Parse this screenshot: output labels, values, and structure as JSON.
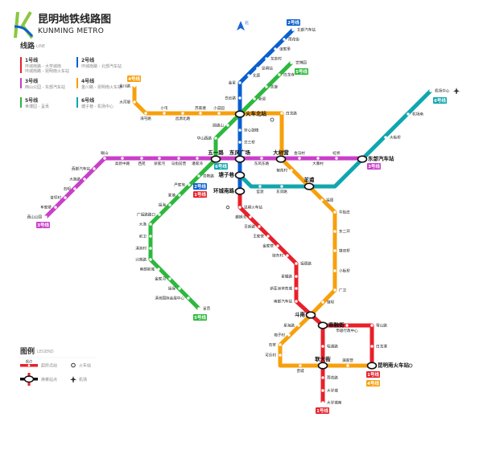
{
  "header": {
    "title_cn": "昆明地铁线路图",
    "title_en": "KUNMING METRO",
    "compass": "北"
  },
  "lines_section": {
    "title": "线路",
    "title_en": "LINE"
  },
  "legend_section": {
    "title": "图例",
    "title_en": "LEGEND",
    "items": [
      {
        "icon": "terminal-station-icon",
        "label": "起终点站",
        "sub": "起点"
      },
      {
        "icon": "train-station-icon",
        "label": "火车站"
      },
      {
        "icon": "interchange-icon",
        "label": "换乘站点"
      },
      {
        "icon": "airport-icon",
        "label": "机场"
      }
    ]
  },
  "lines": [
    {
      "name": "1号线",
      "color": "#e8202a",
      "route": "环城南路 - 大学城南",
      "route2": "环城南路 - 昆明南火车站"
    },
    {
      "name": "2号线",
      "color": "#0a5fcf",
      "route": "环城南路 - 北部汽车站"
    },
    {
      "name": "3号线",
      "color": "#c93fc9",
      "route": "西山公园 - 东部汽车站"
    },
    {
      "name": "4号线",
      "color": "#f7a00c",
      "route": "金川路 - 昆明南火车站"
    },
    {
      "name": "5号线",
      "color": "#2db83d",
      "route": "世博园 - 呈贡"
    },
    {
      "name": "6号线",
      "color": "#11a6ad",
      "route": "塘子巷 - 机场中心"
    }
  ],
  "map": {
    "interchanges": [
      "火车北站",
      "五一路",
      "东风广场",
      "大树营",
      "东部汽车站",
      "塘子巷",
      "环城南路",
      "羊甫",
      "斗南",
      "春融街",
      "联大街",
      "昆明南火车站"
    ],
    "l1": [
      "昆明火车站",
      "螺蛳湾",
      "日新路",
      "王家营",
      "金家营",
      "晓东村",
      "福德路",
      "星耀路",
      "新亚洲体育城",
      "南部汽车站",
      "市级行政中心",
      "雪山路",
      "白龙潭",
      "昭通路",
      "雨花路",
      "大学城",
      "大学城南"
    ],
    "l2": [
      "北部汽车站",
      "雨花街",
      "谊家堡",
      "龙泉村",
      "昆明站",
      "北辰",
      "金星",
      "白云路",
      "穿心鼓楼",
      "交三桥"
    ],
    "l3": [
      "西山公园",
      "车家壁",
      "普坪村",
      "石咀",
      "大渔路",
      "西部汽车站",
      "眠山",
      "高新中路",
      "西苑",
      "梁家河",
      "马街前营",
      "潘家湾",
      "东风东路",
      "金马村",
      "大寨村",
      "虹桥"
    ],
    "l4": [
      "金川路",
      "大河埂",
      "海屯路",
      "小屯",
      "昌源北路",
      "苏家塘",
      "小菜园",
      "白龙路",
      "菊花村",
      "福德",
      "牛街庄",
      "东二环",
      "塘双桥",
      "小板桥",
      "广卫",
      "塘坝",
      "星海路",
      "梅子村",
      "石安",
      "可乐村",
      "晋城",
      "蒲家营"
    ],
    "l5": [
      "世博园",
      "白龙寺",
      "凯旋",
      "新迎",
      "圆通山",
      "华山西路",
      "崇教路",
      "严家地",
      "篆塘",
      "福海",
      "广福路路口",
      "大渔",
      "前卫",
      "滇池村",
      "兴苑路",
      "南部新城",
      "金家河",
      "福保",
      "滇池国际会展中心",
      "呈贡"
    ],
    "l6": [
      "机场中心",
      "机场南",
      "大板桥",
      "官渡",
      "东郊路"
    ]
  }
}
